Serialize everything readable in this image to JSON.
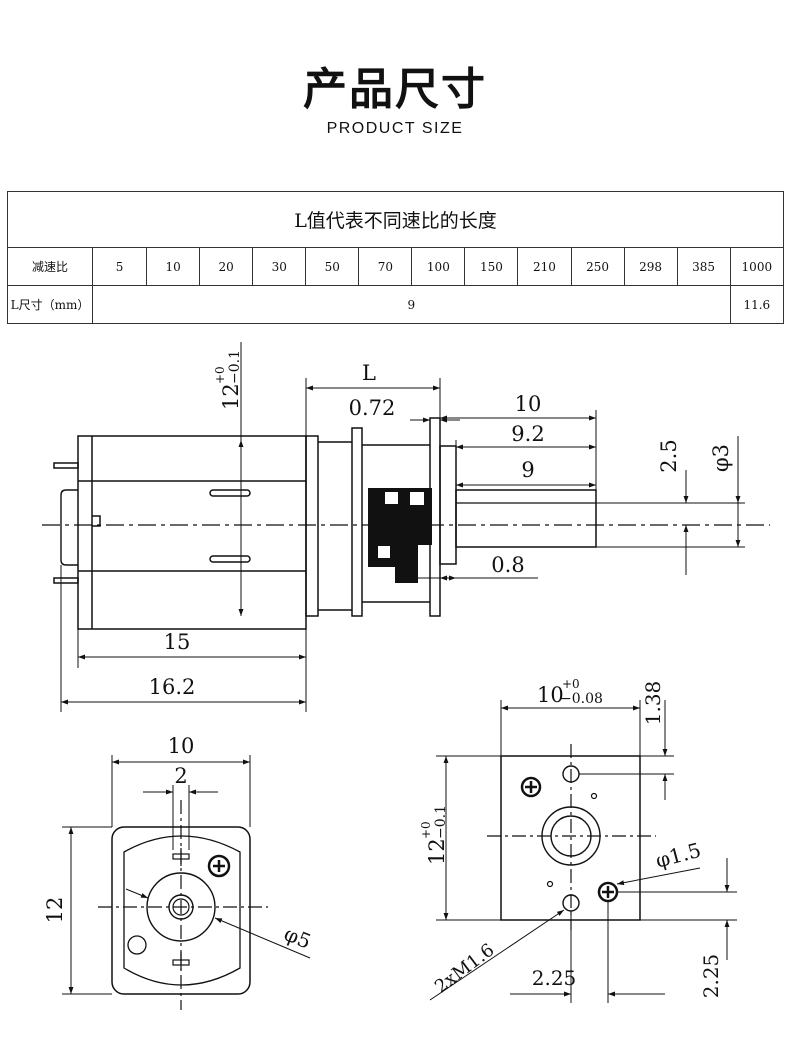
{
  "header": {
    "title": "产品尺寸",
    "subtitle": "PRODUCT SIZE"
  },
  "spec_table": {
    "caption": "L值代表不同速比的长度",
    "ratio_label": "减速比",
    "ratios": [
      "5",
      "10",
      "20",
      "30",
      "50",
      "70",
      "100",
      "150",
      "210",
      "250",
      "298",
      "385",
      "1000"
    ],
    "length_label": "L尺寸（mm）",
    "length_main": "9",
    "length_last": "11.6"
  },
  "side_view": {
    "dim_L": "L",
    "dim_072": "0.72",
    "dim_10": "10",
    "dim_92": "9.2",
    "dim_9": "9",
    "dim_08": "0.8",
    "dim_25": "2.5",
    "dim_phi3": "φ3",
    "dim_height_base": "12",
    "dim_height_tol_upper": "+0",
    "dim_height_tol_lower": "−0.1",
    "dim_15": "15",
    "dim_162": "16.2"
  },
  "rear_view": {
    "dim_10": "10",
    "dim_2": "2",
    "dim_12": "12",
    "dim_phi5": "φ5"
  },
  "front_view": {
    "dim_width_base": "10",
    "dim_width_tol_upper": "+0",
    "dim_width_tol_lower": "−0.08",
    "dim_138": "1.38",
    "dim_height_base": "12",
    "dim_height_tol_upper": "+0",
    "dim_height_tol_lower": "−0.1",
    "dim_phi15": "φ1.5",
    "dim_screw": "2xM1.6",
    "dim_225_h": "2.25",
    "dim_225_v": "2.25"
  },
  "colors": {
    "line": "#111111",
    "background": "#ffffff"
  }
}
